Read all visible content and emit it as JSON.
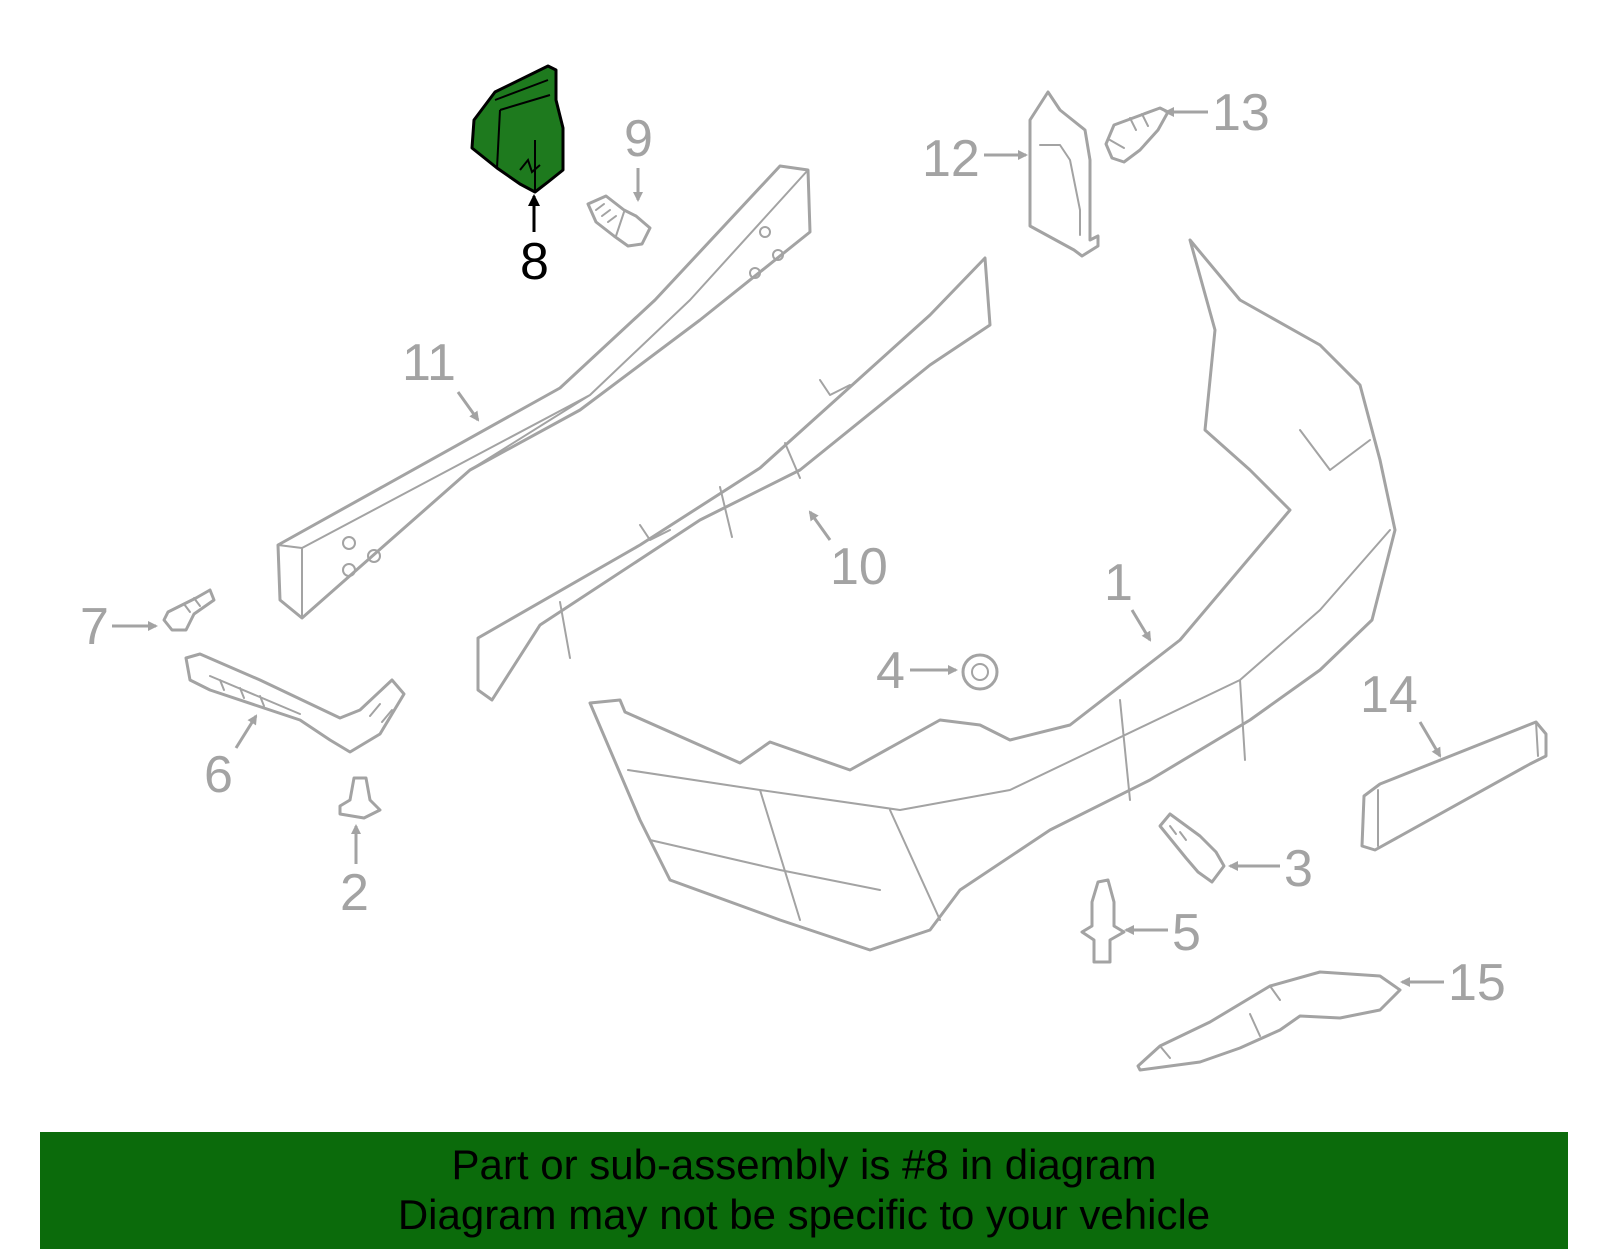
{
  "diagram": {
    "highlighted_part": "8",
    "highlight_color": "#1e7a1e",
    "line_color": "#a3a3a3",
    "callouts": {
      "p1": "1",
      "p2": "2",
      "p3": "3",
      "p4": "4",
      "p5": "5",
      "p6": "6",
      "p7": "7",
      "p8": "8",
      "p9": "9",
      "p10": "10",
      "p11": "11",
      "p12": "12",
      "p13": "13",
      "p14": "14",
      "p15": "15"
    }
  },
  "banner": {
    "line1": "Part or sub-assembly is #8 in diagram",
    "line2": "Diagram may not be specific to your vehicle",
    "color": "#0b6b0b"
  }
}
